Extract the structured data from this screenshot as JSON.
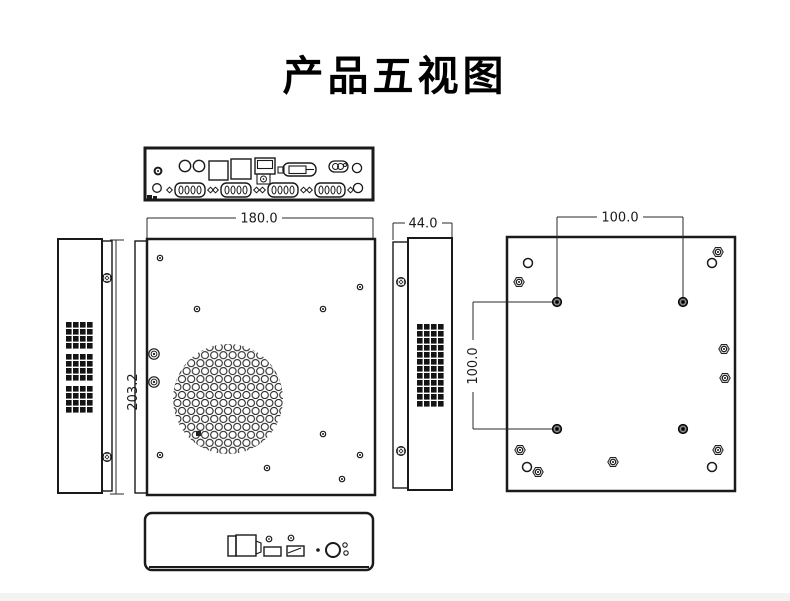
{
  "title": "产品五视图",
  "dimensions": {
    "top_width": "180.0",
    "top_height": "203.2",
    "side_depth": "44.0",
    "mount_width": "100.0",
    "mount_height": "100.0"
  },
  "colors": {
    "line": "#1a1a1a",
    "background": "#ffffff"
  }
}
